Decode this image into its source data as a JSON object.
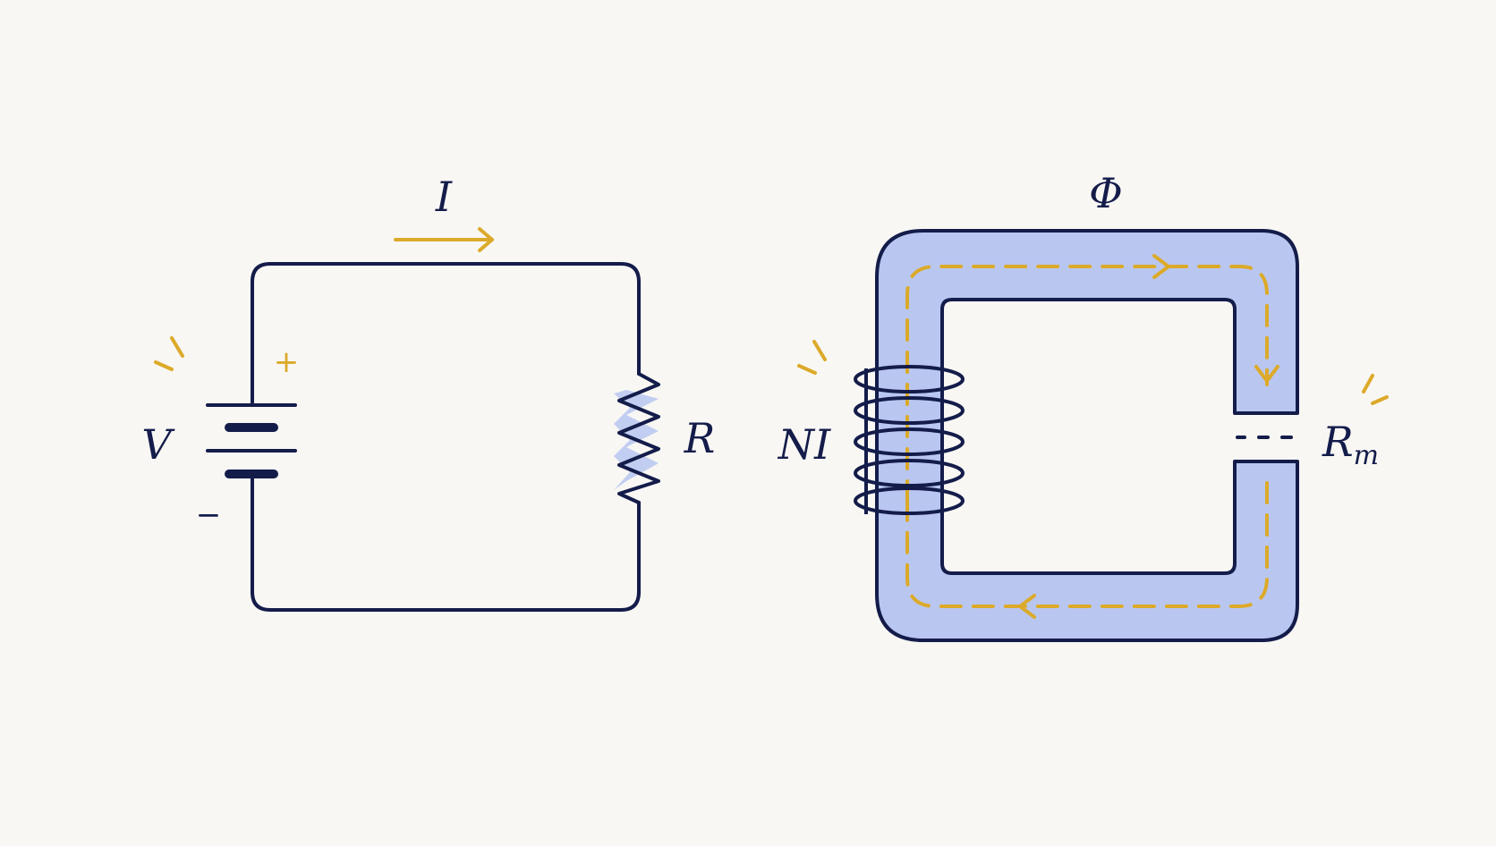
{
  "colors": {
    "background": "#f8f7f4",
    "ink": "#141c4a",
    "accent": "#dcaa2a",
    "core_fill": "#b9c7f0"
  },
  "electric_circuit": {
    "current_label": "I",
    "voltage_label": "V",
    "plus_sign": "+",
    "minus_sign": "−",
    "resistance_label": "R"
  },
  "magnetic_circuit": {
    "flux_label": "Φ",
    "mmf_label": "NI",
    "reluctance_label": "R",
    "reluctance_subscript": "m"
  }
}
